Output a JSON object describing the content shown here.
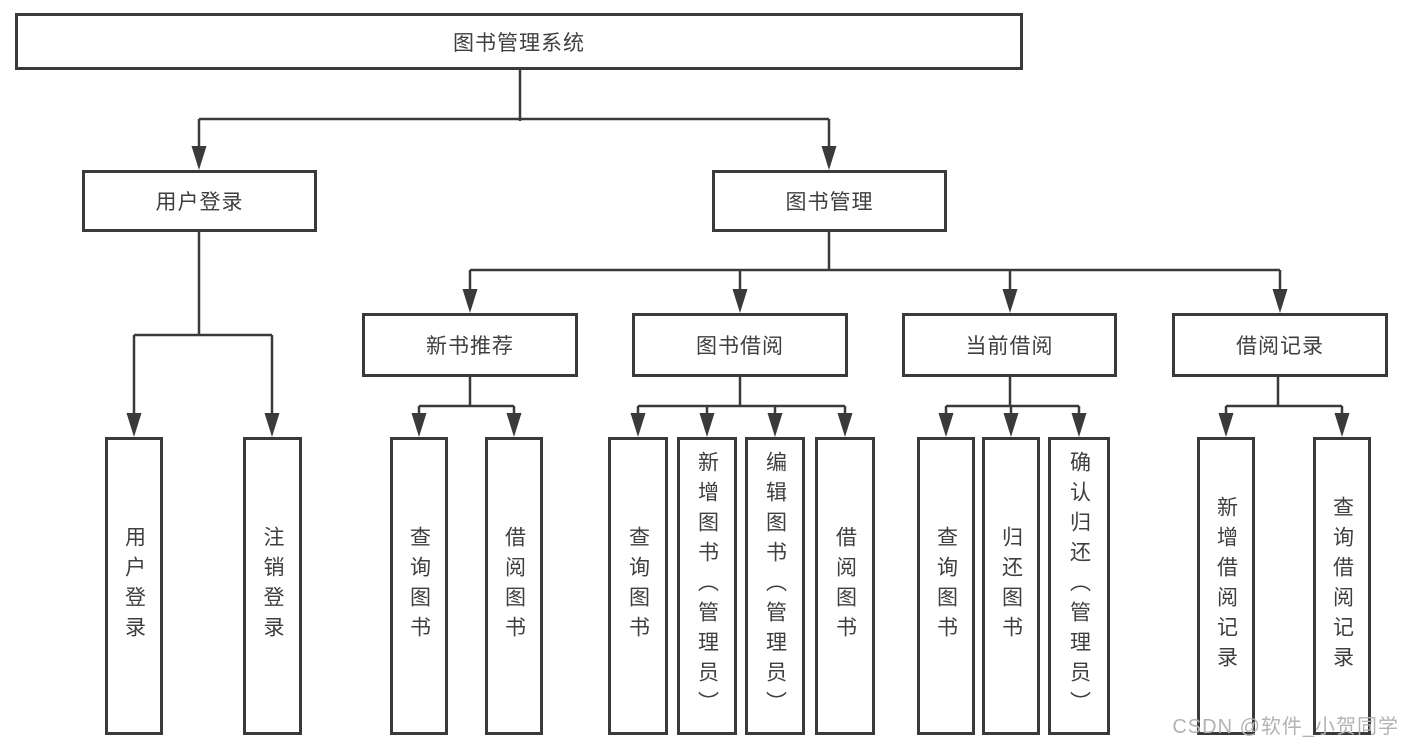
{
  "colors": {
    "line": "#3a3a3a",
    "text": "#3f3f3f",
    "background": "#ffffff",
    "watermark": "#b3b3b3"
  },
  "tree": {
    "root": "图书管理系统",
    "branches": [
      {
        "label": "用户登录",
        "children": [
          "用户登录",
          "注销登录"
        ]
      },
      {
        "label": "图书管理",
        "groups": [
          {
            "label": "新书推荐",
            "children": [
              "查询图书",
              "借阅图书"
            ]
          },
          {
            "label": "图书借阅",
            "children": [
              "查询图书",
              "新增图书（管理员）",
              "编辑图书（管理员）",
              "借阅图书"
            ]
          },
          {
            "label": "当前借阅",
            "children": [
              "查询图书",
              "归还图书",
              "确认归还（管理员）"
            ]
          },
          {
            "label": "借阅记录",
            "children": [
              "新增借阅记录",
              "查询借阅记录"
            ]
          }
        ]
      }
    ]
  },
  "watermark": {
    "text": "CSDN @软件_小贺同学"
  }
}
